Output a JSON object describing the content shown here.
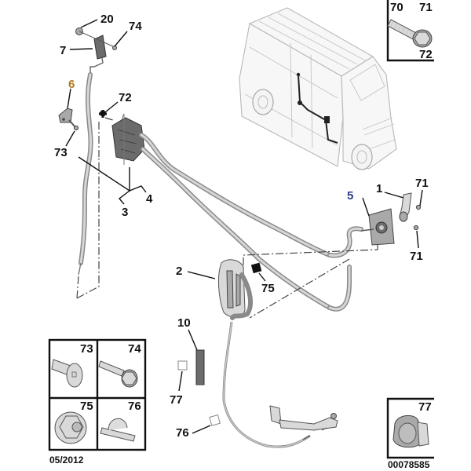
{
  "diagram": {
    "title": "Side door lock, cables and handle — exploded parts view",
    "callouts": {
      "c20": "20",
      "c74_top": "74",
      "c7": "7",
      "c6": "6",
      "c72": "72",
      "c73": "73",
      "c4": "4",
      "c3": "3",
      "c5": "5",
      "c1": "1",
      "c71_top": "71",
      "c71_bottom": "71",
      "c2": "2",
      "c75": "75",
      "c10": "10",
      "c77": "77",
      "c76": "76"
    },
    "inset_top_right": {
      "labels": [
        "70",
        "71",
        "72"
      ],
      "icon": "flange-bolt"
    },
    "fastener_grid": [
      {
        "label": "73",
        "icon": "torx-countersunk-bolt"
      },
      {
        "label": "74",
        "icon": "hex-flange-screw"
      },
      {
        "label": "75",
        "icon": "flange-nut"
      },
      {
        "label": "76",
        "icon": "cable-clip"
      }
    ],
    "inset_bottom_right": {
      "label": "77",
      "icon": "clip-retainer"
    },
    "date_code": "05/2012",
    "reference_number": "00078585"
  }
}
